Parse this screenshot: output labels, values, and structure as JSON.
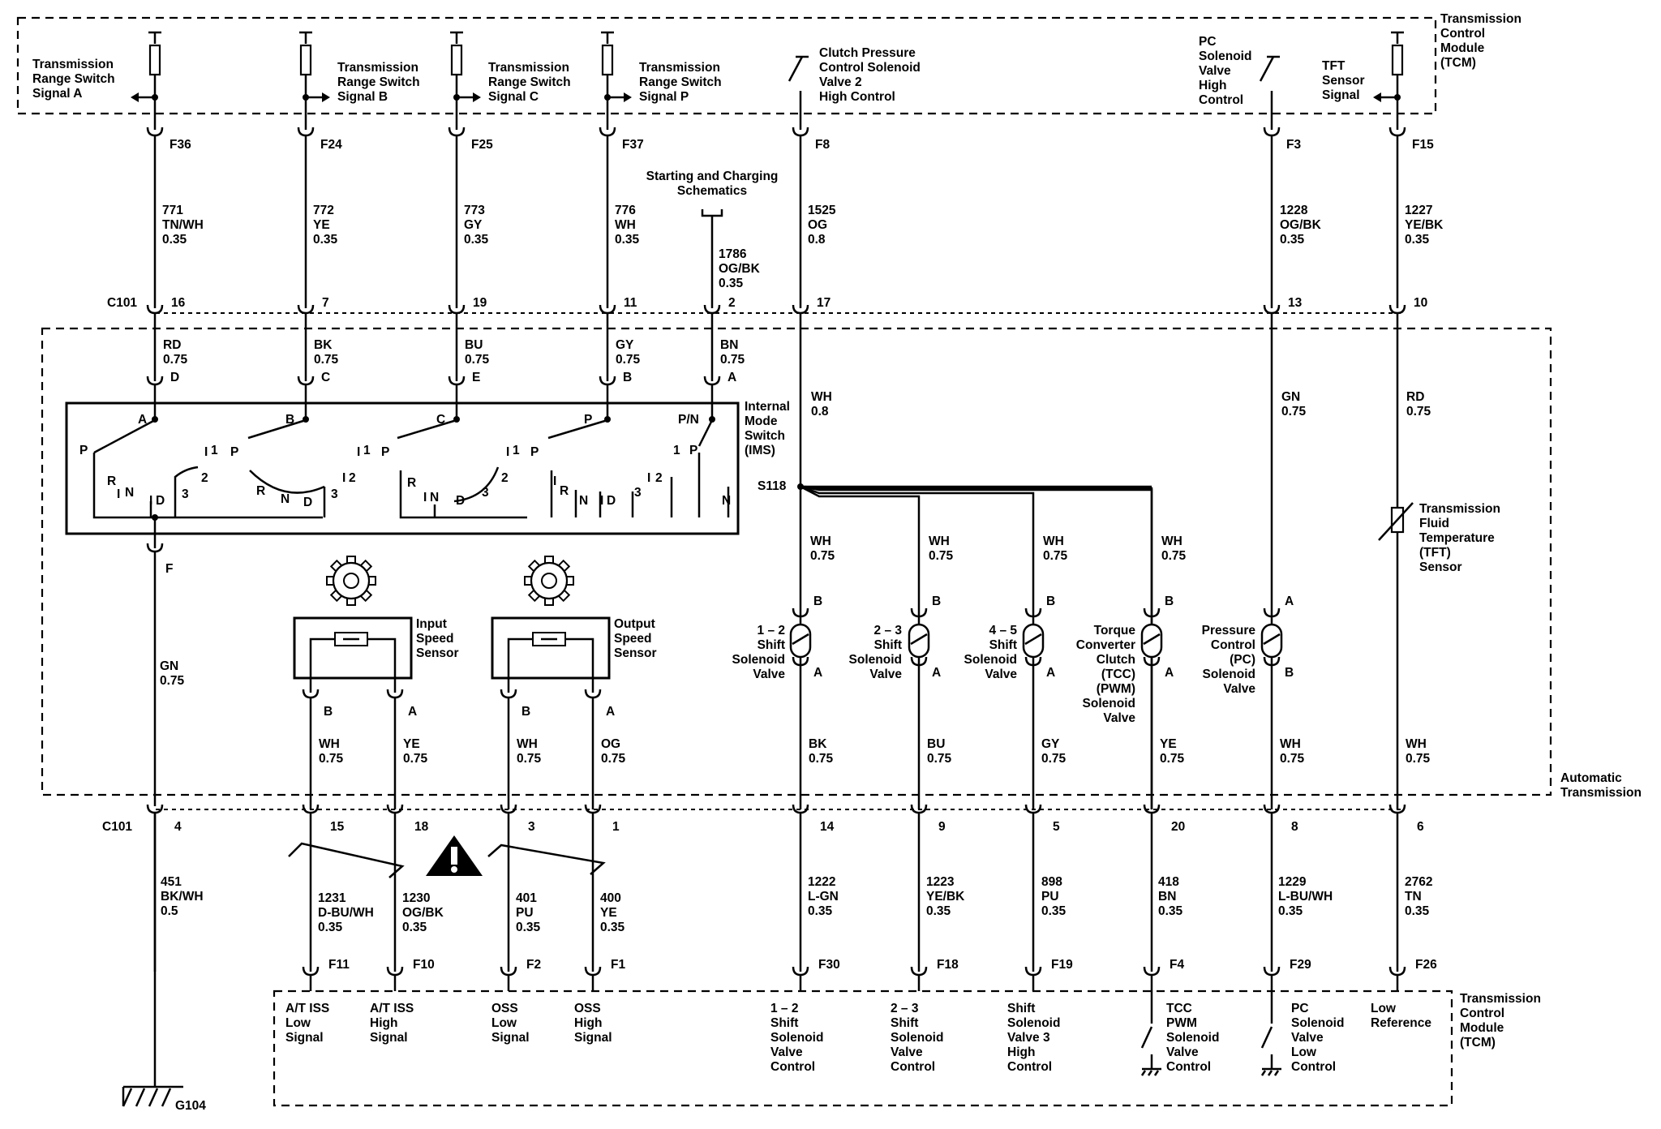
{
  "tcm_top": {
    "lines": [
      "Transmission",
      "Control",
      "Module",
      "(TCM)"
    ]
  },
  "tcm_bottom": {
    "lines": [
      "Transmission",
      "Control",
      "Module",
      "(TCM)"
    ]
  },
  "auto_trans": {
    "lines": [
      "Automatic",
      "Transmission"
    ]
  },
  "ims": {
    "lines": [
      "Internal",
      "Mode",
      "Switch",
      "(IMS)"
    ]
  },
  "c101": "C101",
  "s118": "S118",
  "g104": "G104",
  "starting": {
    "lines": [
      "Starting and Charging",
      "Schematics"
    ]
  },
  "top_signals": [
    {
      "lines": [
        "Transmission",
        "Range Switch",
        "Signal A"
      ]
    },
    {
      "lines": [
        "Transmission",
        "Range Switch",
        "Signal B"
      ]
    },
    {
      "lines": [
        "Transmission",
        "Range Switch",
        "Signal C"
      ]
    },
    {
      "lines": [
        "Transmission",
        "Range Switch",
        "Signal P"
      ]
    },
    {
      "lines": [
        "Clutch Pressure",
        "Control Solenoid",
        "Valve 2",
        "High Control"
      ]
    },
    {
      "lines": [
        "PC",
        "Solenoid",
        "Valve",
        "High",
        "Control"
      ]
    },
    {
      "lines": [
        "TFT",
        "Sensor",
        "Signal"
      ]
    }
  ],
  "top_pins": [
    "F36",
    "F24",
    "F25",
    "F37",
    "F8",
    "F3",
    "F15"
  ],
  "top_wires": [
    {
      "lines": [
        "771",
        "TN/WH",
        "0.35"
      ]
    },
    {
      "lines": [
        "772",
        "YE",
        "0.35"
      ]
    },
    {
      "lines": [
        "773",
        "GY",
        "0.35"
      ]
    },
    {
      "lines": [
        "776",
        "WH",
        "0.35"
      ]
    },
    {
      "lines": [
        "1786",
        "OG/BK",
        "0.35"
      ]
    },
    {
      "lines": [
        "1525",
        "OG",
        "0.8"
      ]
    },
    {
      "lines": [
        "1228",
        "OG/BK",
        "0.35"
      ]
    },
    {
      "lines": [
        "1227",
        "YE/BK",
        "0.35"
      ]
    }
  ],
  "c101_top_pins": [
    "16",
    "7",
    "19",
    "11",
    "2",
    "17",
    "13",
    "10"
  ],
  "inner_top_wires": [
    {
      "lines": [
        "RD",
        "0.75"
      ],
      "pin": "D"
    },
    {
      "lines": [
        "BK",
        "0.75"
      ],
      "pin": "C"
    },
    {
      "lines": [
        "BU",
        "0.75"
      ],
      "pin": "E"
    },
    {
      "lines": [
        "GY",
        "0.75"
      ],
      "pin": "B"
    },
    {
      "lines": [
        "BN",
        "0.75"
      ],
      "pin": "A"
    }
  ],
  "ims_contacts": [
    "A",
    "B",
    "C",
    "P",
    "P/N"
  ],
  "ims_positions": {
    "p": "P",
    "r": "R",
    "n": "N",
    "d": "D",
    "i": "I",
    "two": "2",
    "three": "3",
    "one": "1"
  },
  "right_wires": [
    {
      "lines": [
        "WH",
        "0.8"
      ]
    },
    {
      "lines": [
        "GN",
        "0.75"
      ]
    },
    {
      "lines": [
        "RD",
        "0.75"
      ]
    }
  ],
  "splice_wires": [
    {
      "lines": [
        "WH",
        "0.75"
      ]
    },
    {
      "lines": [
        "WH",
        "0.75"
      ]
    },
    {
      "lines": [
        "WH",
        "0.75"
      ]
    },
    {
      "lines": [
        "WH",
        "0.75"
      ]
    }
  ],
  "ims_out": {
    "pin": "F",
    "wire": [
      "GN",
      "0.75"
    ]
  },
  "speed_sensors": [
    {
      "lines": [
        "Input",
        "Speed",
        "Sensor"
      ]
    },
    {
      "lines": [
        "Output",
        "Speed",
        "Sensor"
      ]
    }
  ],
  "solenoids": [
    {
      "lines": [
        "1 – 2",
        "Shift",
        "Solenoid",
        "Valve"
      ],
      "top": "B",
      "bot": "A"
    },
    {
      "lines": [
        "2 – 3",
        "Shift",
        "Solenoid",
        "Valve"
      ],
      "top": "B",
      "bot": "A"
    },
    {
      "lines": [
        "4 – 5",
        "Shift",
        "Solenoid",
        "Valve"
      ],
      "top": "B",
      "bot": "A"
    },
    {
      "lines": [
        "Torque",
        "Converter",
        "Clutch",
        "(TCC)",
        "(PWM)",
        "Solenoid",
        "Valve"
      ],
      "top": "B",
      "bot": "A"
    },
    {
      "lines": [
        "Pressure",
        "Control",
        "(PC)",
        "Solenoid",
        "Valve"
      ],
      "top": "A",
      "bot": "B"
    }
  ],
  "tft": {
    "lines": [
      "Transmission",
      "Fluid",
      "Temperature",
      "(TFT)",
      "Sensor"
    ]
  },
  "sensor_pins": [
    "B",
    "A",
    "B",
    "A"
  ],
  "lower_wires": [
    {
      "lines": [
        "WH",
        "0.75"
      ]
    },
    {
      "lines": [
        "YE",
        "0.75"
      ]
    },
    {
      "lines": [
        "WH",
        "0.75"
      ]
    },
    {
      "lines": [
        "OG",
        "0.75"
      ]
    },
    {
      "lines": [
        "BK",
        "0.75"
      ]
    },
    {
      "lines": [
        "BU",
        "0.75"
      ]
    },
    {
      "lines": [
        "GY",
        "0.75"
      ]
    },
    {
      "lines": [
        "YE",
        "0.75"
      ]
    },
    {
      "lines": [
        "WH",
        "0.75"
      ]
    },
    {
      "lines": [
        "WH",
        "0.75"
      ]
    }
  ],
  "c101_bottom_pins": [
    "4",
    "15",
    "18",
    "3",
    "1",
    "14",
    "9",
    "5",
    "20",
    "8",
    "6"
  ],
  "bottom_wires": [
    {
      "lines": [
        "451",
        "BK/WH",
        "0.5"
      ]
    },
    {
      "lines": [
        "1231",
        "D-BU/WH",
        "0.35"
      ]
    },
    {
      "lines": [
        "1230",
        "OG/BK",
        "0.35"
      ]
    },
    {
      "lines": [
        "401",
        "PU",
        "0.35"
      ]
    },
    {
      "lines": [
        "400",
        "YE",
        "0.35"
      ]
    },
    {
      "lines": [
        "1222",
        "L-GN",
        "0.35"
      ]
    },
    {
      "lines": [
        "1223",
        "YE/BK",
        "0.35"
      ]
    },
    {
      "lines": [
        "898",
        "PU",
        "0.35"
      ]
    },
    {
      "lines": [
        "418",
        "BN",
        "0.35"
      ]
    },
    {
      "lines": [
        "1229",
        "L-BU/WH",
        "0.35"
      ]
    },
    {
      "lines": [
        "2762",
        "TN",
        "0.35"
      ]
    }
  ],
  "bottom_pins": [
    "F11",
    "F10",
    "F2",
    "F1",
    "F30",
    "F18",
    "F19",
    "F4",
    "F29",
    "F26"
  ],
  "bottom_signals": [
    {
      "lines": [
        "A/T ISS",
        "Low",
        "Signal"
      ]
    },
    {
      "lines": [
        "A/T ISS",
        "High",
        "Signal"
      ]
    },
    {
      "lines": [
        "OSS",
        "Low",
        "Signal"
      ]
    },
    {
      "lines": [
        "OSS",
        "High",
        "Signal"
      ]
    },
    {
      "lines": [
        "1 – 2",
        "Shift",
        "Solenoid",
        "Valve",
        "Control"
      ]
    },
    {
      "lines": [
        "2 – 3",
        "Shift",
        "Solenoid",
        "Valve",
        "Control"
      ]
    },
    {
      "lines": [
        "Shift",
        "Solenoid",
        "Valve 3",
        "High",
        "Control"
      ]
    },
    {
      "lines": [
        "TCC",
        "PWM",
        "Solenoid",
        "Valve",
        "Control"
      ]
    },
    {
      "lines": [
        "PC",
        "Solenoid",
        "Valve",
        "Low",
        "Control"
      ]
    },
    {
      "lines": [
        "Low",
        "Reference"
      ]
    }
  ]
}
